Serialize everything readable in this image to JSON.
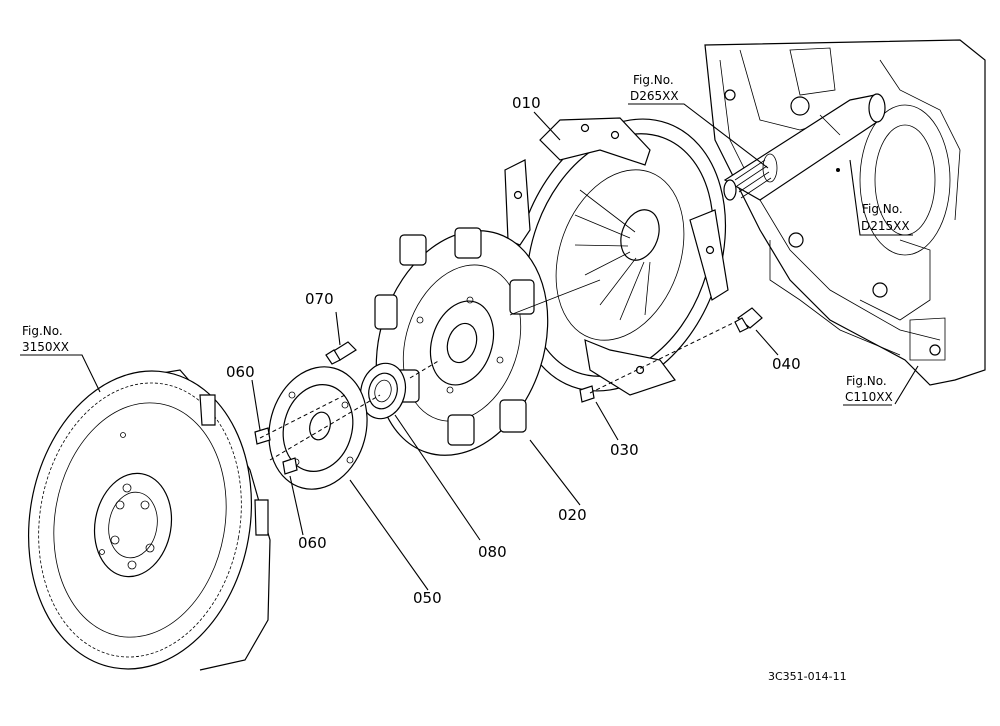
{
  "callouts": [
    {
      "id": "010",
      "text": "010"
    },
    {
      "id": "020",
      "text": "020"
    },
    {
      "id": "030",
      "text": "030"
    },
    {
      "id": "040",
      "text": "040"
    },
    {
      "id": "050",
      "text": "050"
    },
    {
      "id": "060a",
      "text": "060"
    },
    {
      "id": "060b",
      "text": "060"
    },
    {
      "id": "070",
      "text": "070"
    },
    {
      "id": "080",
      "text": "080"
    }
  ],
  "figure_refs": [
    {
      "id": "d265",
      "line1": "Fig.No.",
      "line2": "D265XX"
    },
    {
      "id": "d215",
      "line1": "Fig.No.",
      "line2": "D215XX"
    },
    {
      "id": "c110",
      "line1": "Fig.No.",
      "line2": "C110XX"
    },
    {
      "id": "3150",
      "line1": "Fig.No.",
      "line2": "3150XX"
    }
  ],
  "drawing_code": "3C351-014-11"
}
